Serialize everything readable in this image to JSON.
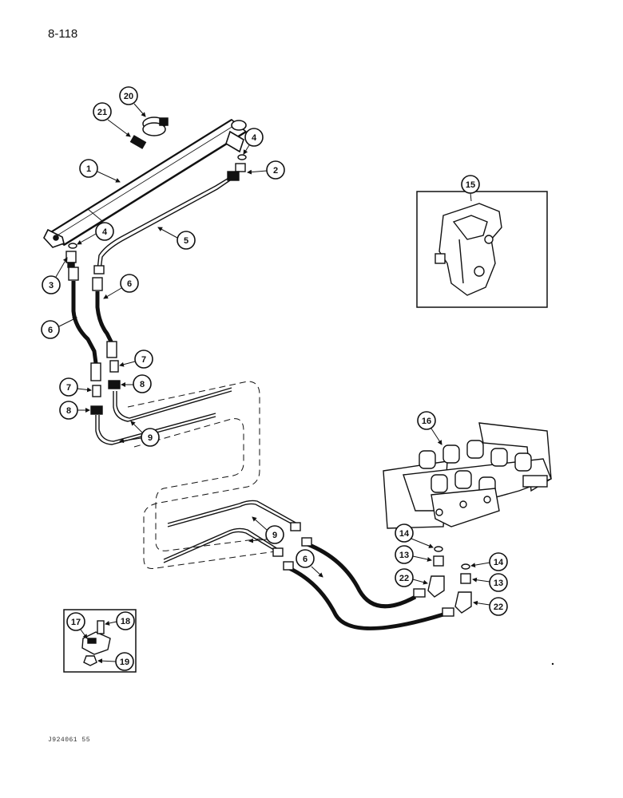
{
  "page_number": "8-118",
  "footer_code": "J924061 55",
  "callouts": {
    "c1": "1",
    "c2": "2",
    "c3": "3",
    "c4a": "4",
    "c4b": "4",
    "c5": "5",
    "c6a": "6",
    "c6b": "6",
    "c6c": "6",
    "c7a": "7",
    "c7b": "7",
    "c8a": "8",
    "c8b": "8",
    "c9a": "9",
    "c9b": "9",
    "c13a": "13",
    "c13b": "13",
    "c14a": "14",
    "c14b": "14",
    "c15": "15",
    "c16": "16",
    "c17": "17",
    "c18": "18",
    "c19": "19",
    "c20": "20",
    "c21": "21",
    "c22a": "22",
    "c22b": "22"
  },
  "colors": {
    "ink": "#111111",
    "paper": "#ffffff"
  }
}
